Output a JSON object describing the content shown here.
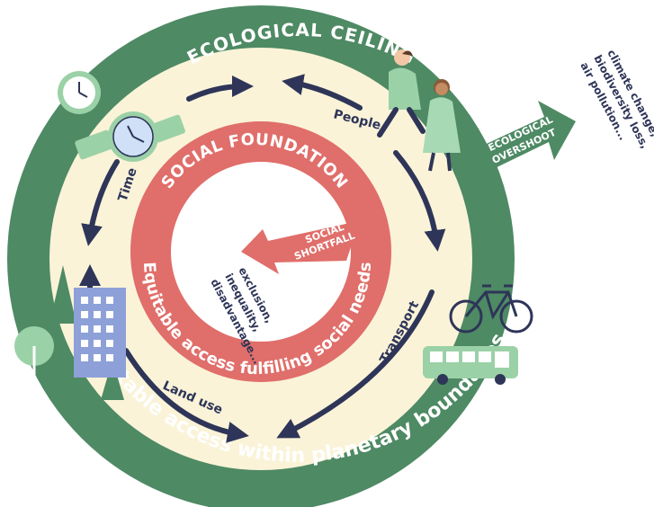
{
  "ring_outer_label": "ECOLOGICAL CEILING",
  "ring_outer_bottom_label": "Equitable access within planetary boundaries",
  "ring_inner_top_label": "SOCIAL FOUNDATION",
  "ring_inner_bottom_label": "Equitable access fulfilling social needs",
  "overshoot": {
    "label_line1": "ECOLOGICAL",
    "label_line2": "OVERSHOOT",
    "examples_line1": "climate change,",
    "examples_line2": "biodiversity loss,",
    "examples_line3": "air pollution..."
  },
  "shortfall": {
    "label_line1": "SOCIAL",
    "label_line2": "SHORTFALL",
    "examples_line1": "exclusion,",
    "examples_line2": "inequality,",
    "examples_line3": "disadvantage..."
  },
  "cycle_labels": {
    "people": "People",
    "time": "Time",
    "land_use": "Land use",
    "transport": "Transport"
  },
  "colors": {
    "outer_green": "#4e8a64",
    "cream": "#faf3d8",
    "social_red": "#e06e6a",
    "arrow_navy": "#2e3558",
    "light_green": "#9bd1a7",
    "building_blue": "#8ea0d8"
  },
  "icons": [
    "clock-icon",
    "watch-icon",
    "people-walking-icon",
    "bicycle-icon",
    "bus-icon",
    "tree-icon",
    "building-icon"
  ]
}
